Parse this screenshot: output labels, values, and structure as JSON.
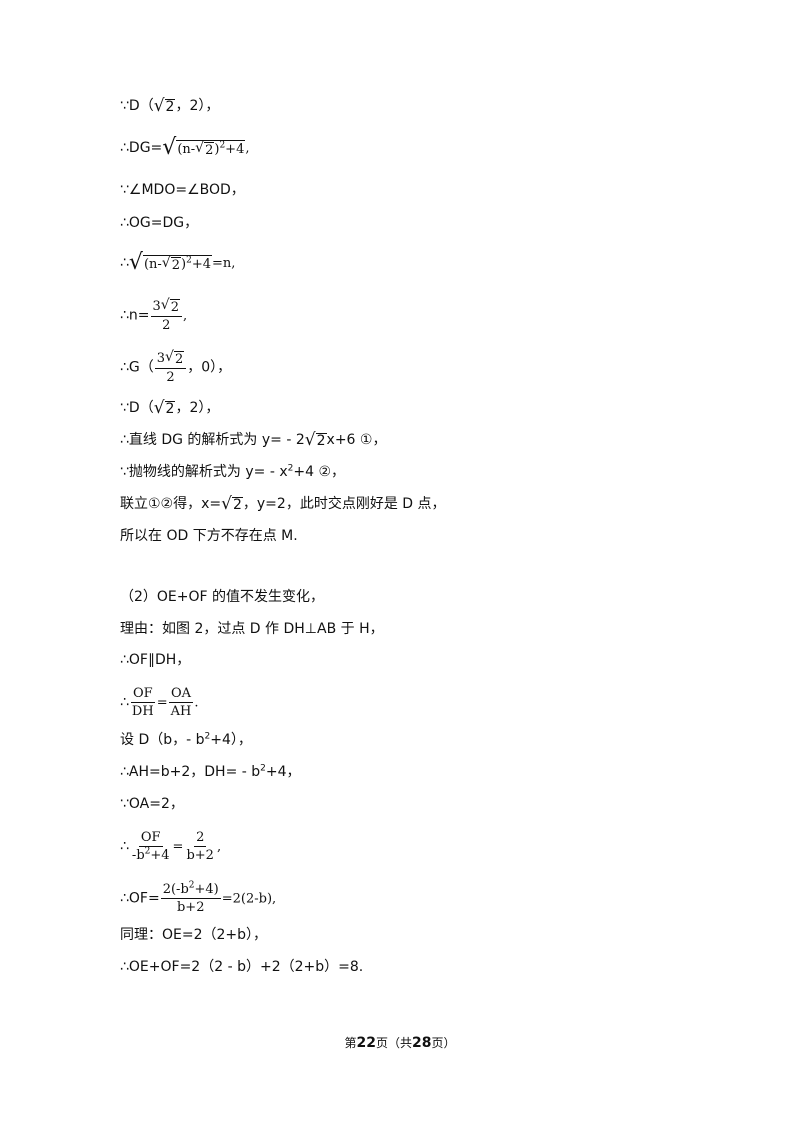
{
  "l1": {
    "a": "∵D（",
    "r": "2",
    "b": "，2），"
  },
  "l2": {
    "a": "∴DG=",
    "inner1": "(n-",
    "r": "2",
    "inner2": ")",
    "exp": "2",
    "inner3": "+4",
    "b": ","
  },
  "l3": "∵∠MDO=∠BOD，",
  "l4": "∴OG=DG，",
  "l5": {
    "a": "∴",
    "inner1": "(n-",
    "r": "2",
    "inner2": ")",
    "exp": "2",
    "inner3": "+4",
    "b": "=n,"
  },
  "l6": {
    "a": "∴n=",
    "num_a": "3",
    "num_r": "2",
    "den": "2",
    "b": ","
  },
  "l7": {
    "a": "∴G（",
    "num_a": "3",
    "num_r": "2",
    "den": "2",
    "b": "，0），"
  },
  "l8": {
    "a": "∵D（",
    "r": "2",
    "b": "，2），"
  },
  "l9": {
    "a": "∴直线 DG 的解析式为 y= - 2",
    "r": "2",
    "b": "x+6 ①，"
  },
  "l10": {
    "a": "∵抛物线的解析式为 y= - x",
    "exp": "2",
    "b": "+4 ②，"
  },
  "l11": {
    "a": "联立①②得，x=",
    "r": "2",
    "b": "，y=2，此时交点刚好是 D 点，"
  },
  "l12": "所以在 OD 下方不存在点 M.",
  "l13": "（2）OE+OF 的值不发生变化，",
  "l14": "理由：如图 2，过点 D 作 DH⊥AB 于 H，",
  "l15": "∴OF∥DH，",
  "l16": {
    "a": "∴",
    "n1": "OF",
    "d1": "DH",
    "eq": "=",
    "n2": "OA",
    "d2": "AH",
    "b": "."
  },
  "l17": {
    "a": "设 D（b，- b",
    "exp": "2",
    "b": "+4），"
  },
  "l18": {
    "a": "∴AH=b+2，DH= - b",
    "exp": "2",
    "b": "+4，"
  },
  "l19": "∵OA=2，",
  "l20": {
    "a": "∴",
    "n1": "OF",
    "d1a": "-b",
    "d1exp": "2",
    "d1b": "+4",
    "eq": "=",
    "n2": "2",
    "d2": "b+2",
    "b": ","
  },
  "l21": {
    "a": "∴OF=",
    "n1a": "2(-b",
    "n1exp": "2",
    "n1b": "+4)",
    "d1": "b+2",
    "b": "=2(2-b),"
  },
  "l22": "同理：OE=2（2+b），",
  "l23": "∴OE+OF=2（2 - b）+2（2+b）=8.",
  "footer": {
    "a": "第",
    "page": "22",
    "b": "页（共",
    "total": "28",
    "c": "页）"
  }
}
